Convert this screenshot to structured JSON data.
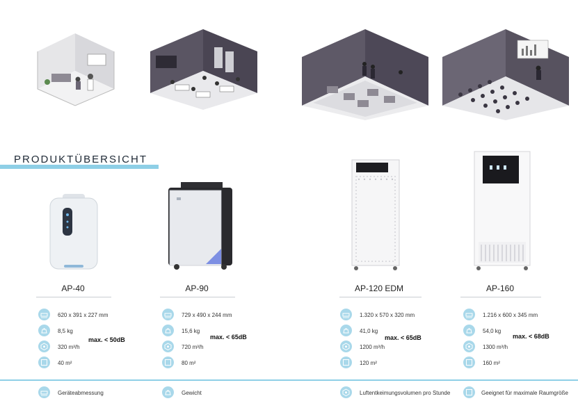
{
  "section_title": "PRODUKTÜBERSICHT",
  "products": [
    {
      "name": "AP-40",
      "dimensions": "620 x 391 x 227 mm",
      "weight": "8,5 kg",
      "airflow": "320 m³/h",
      "area": "40 m²",
      "noise": "max. < 50dB"
    },
    {
      "name": "AP-90",
      "dimensions": "729 x 490 x 244 mm",
      "weight": "15,6 kg",
      "airflow": "720 m³/h",
      "area": "80 m²",
      "noise": "max. < 65dB"
    },
    {
      "name": "AP-120 EDM",
      "dimensions": "1.320 x 570 x 320 mm",
      "weight": "41,0 kg",
      "airflow": "1200 m³/h",
      "area": "120 m²",
      "noise": "max. < 65dB"
    },
    {
      "name": "AP-160",
      "dimensions": "1.216 x 600 x 345 mm",
      "weight": "54,0 kg",
      "airflow": "1300 m³/h",
      "area": "160 m²",
      "noise": "max. < 68dB"
    }
  ],
  "legend": {
    "dimensions": "Geräteabmessung",
    "weight": "Gewicht",
    "airflow": "Luftentkeimungsvolumen pro Stunde",
    "area": "Geeignet für maximale Raumgröße"
  },
  "colors": {
    "accent": "#8ecfe6",
    "icon": "#a9d8ea",
    "room_dark": "#4a4553",
    "room_mid": "#6b6674"
  },
  "icons": [
    "dimensions-icon",
    "weight-icon",
    "airflow-icon",
    "area-icon"
  ]
}
